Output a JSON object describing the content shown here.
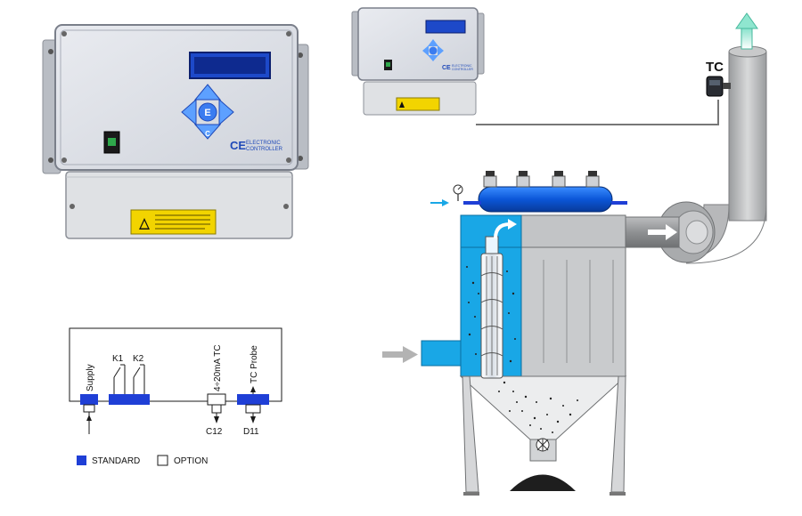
{
  "controller_large": {
    "ce_mark": "CE",
    "brand_line1": "ELECTRONIC",
    "brand_line2": "CONTROLLER",
    "keypad_center": "E",
    "keypad_bottom": "C"
  },
  "controller_small": {
    "ce_mark": "CE",
    "brand_line1": "ELECTRONIC",
    "brand_line2": "CONTROLLER"
  },
  "plant": {
    "tc_label": "TC"
  },
  "wiring": {
    "supply": "Supply",
    "k1": "K1",
    "k2": "K2",
    "analog_out": "4÷20mA TC",
    "tc_probe": "TC Probe",
    "c12": "C12",
    "d11": "D11"
  },
  "legend": {
    "standard": "STANDARD",
    "option": "OPTION"
  },
  "colors": {
    "accent_blue": "#1f3fd6",
    "chamber_cyan": "#19a7e6",
    "housing_gray": "#c9cbcd",
    "duct_gray": "#b4b6b8",
    "display_blue": "#1d49c9"
  }
}
